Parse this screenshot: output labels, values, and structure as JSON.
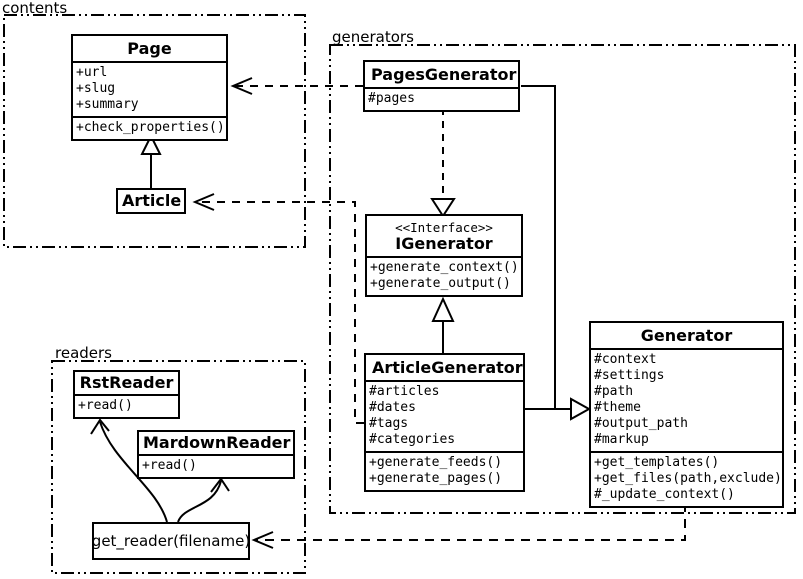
{
  "packages": {
    "contents": {
      "label": "contents"
    },
    "generators": {
      "label": "generators"
    },
    "readers": {
      "label": "readers"
    }
  },
  "classes": {
    "page": {
      "title": "Page",
      "attributes": [
        "+url",
        "+slug",
        "+summary"
      ],
      "methods": [
        "+check_properties()"
      ]
    },
    "article": {
      "title": "Article"
    },
    "pages_generator": {
      "title": "PagesGenerator",
      "attributes": [
        "#pages"
      ]
    },
    "igenerator": {
      "stereotype": "<<Interface>>",
      "title": "IGenerator",
      "methods": [
        "+generate_context()",
        "+generate_output()"
      ]
    },
    "article_generator": {
      "title": "ArticleGenerator",
      "attributes": [
        "#articles",
        "#dates",
        "#tags",
        "#categories"
      ],
      "methods": [
        "+generate_feeds()",
        "+generate_pages()"
      ]
    },
    "generator": {
      "title": "Generator",
      "attributes": [
        "#context",
        "#settings",
        "#path",
        "#theme",
        "#output_path",
        "#markup"
      ],
      "methods": [
        "+get_templates()",
        "+get_files(path,exclude)",
        "#_update_context()"
      ]
    },
    "rst_reader": {
      "title": "RstReader",
      "methods": [
        "+read()"
      ]
    },
    "mardown_reader": {
      "title": "MardownReader",
      "methods": [
        "+read()"
      ]
    },
    "get_reader": {
      "title": "get_reader(filename)"
    }
  },
  "relationships": [
    {
      "from": "Article",
      "to": "Page",
      "type": "inheritance",
      "style": "solid"
    },
    {
      "from": "PagesGenerator",
      "to": "IGenerator",
      "type": "realization",
      "style": "dashed"
    },
    {
      "from": "ArticleGenerator",
      "to": "IGenerator",
      "type": "inheritance",
      "style": "solid"
    },
    {
      "from": "PagesGenerator",
      "to": "Generator",
      "type": "inheritance",
      "style": "solid"
    },
    {
      "from": "ArticleGenerator",
      "to": "Generator",
      "type": "inheritance",
      "style": "solid"
    },
    {
      "from": "PagesGenerator",
      "to": "Page",
      "type": "dependency",
      "style": "dashed"
    },
    {
      "from": "ArticleGenerator",
      "to": "Article",
      "type": "dependency",
      "style": "dashed"
    },
    {
      "from": "Generator",
      "to": "get_reader(filename)",
      "type": "dependency",
      "style": "dashed"
    },
    {
      "from": "get_reader(filename)",
      "to": "RstReader",
      "type": "call-arrow",
      "style": "solid-curved"
    },
    {
      "from": "get_reader(filename)",
      "to": "MardownReader",
      "type": "call-arrow",
      "style": "solid-curved"
    }
  ],
  "colors": {
    "line": "#000000",
    "background": "#ffffff",
    "box_fill": "#ffffff"
  }
}
